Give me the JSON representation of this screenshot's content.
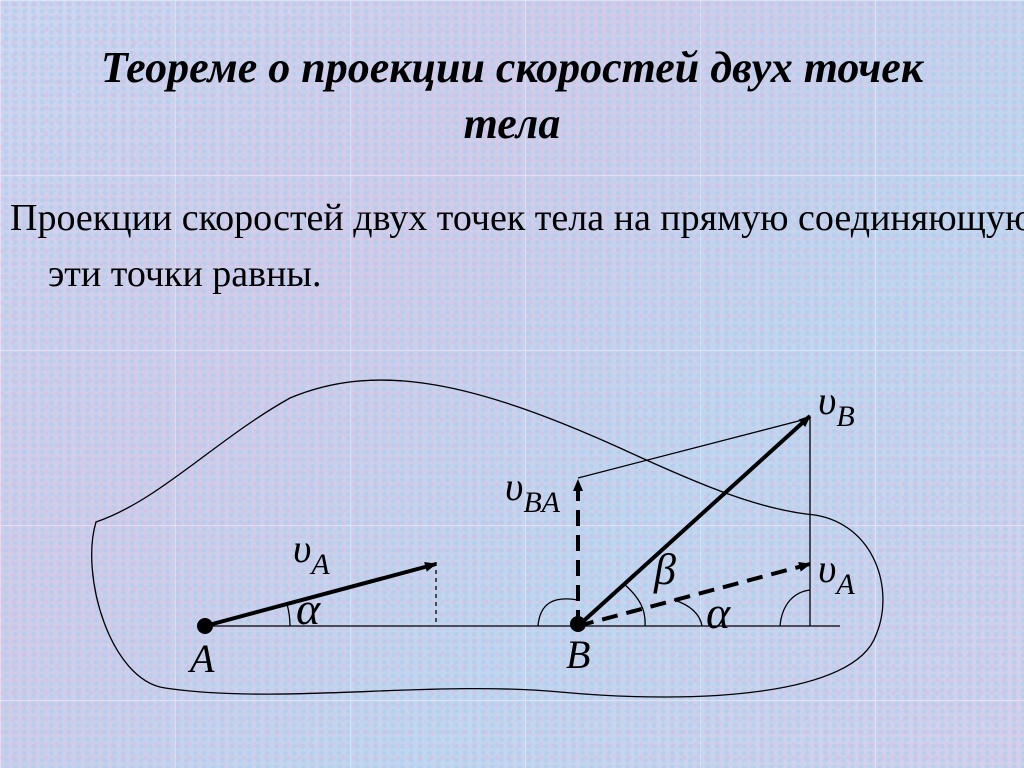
{
  "slide": {
    "title": "Теореме о проекции скоростей двух точек тела",
    "statement": "Проекции скоростей двух точек тела на прямую соединяющую эти точки равны."
  },
  "diagram": {
    "labels": {
      "point_a": "A",
      "point_b": "B",
      "velocity_a_symbol": "υ",
      "velocity_a_sub": "A",
      "velocity_b_symbol": "υ",
      "velocity_b_sub": "B",
      "velocity_ba_symbol": "υ",
      "velocity_ba_sub": "BA",
      "velocity_a_copy_symbol": "υ",
      "velocity_a_copy_sub": "A",
      "angle_alpha_a": "α",
      "angle_alpha_b": "α",
      "angle_beta": "β"
    }
  }
}
